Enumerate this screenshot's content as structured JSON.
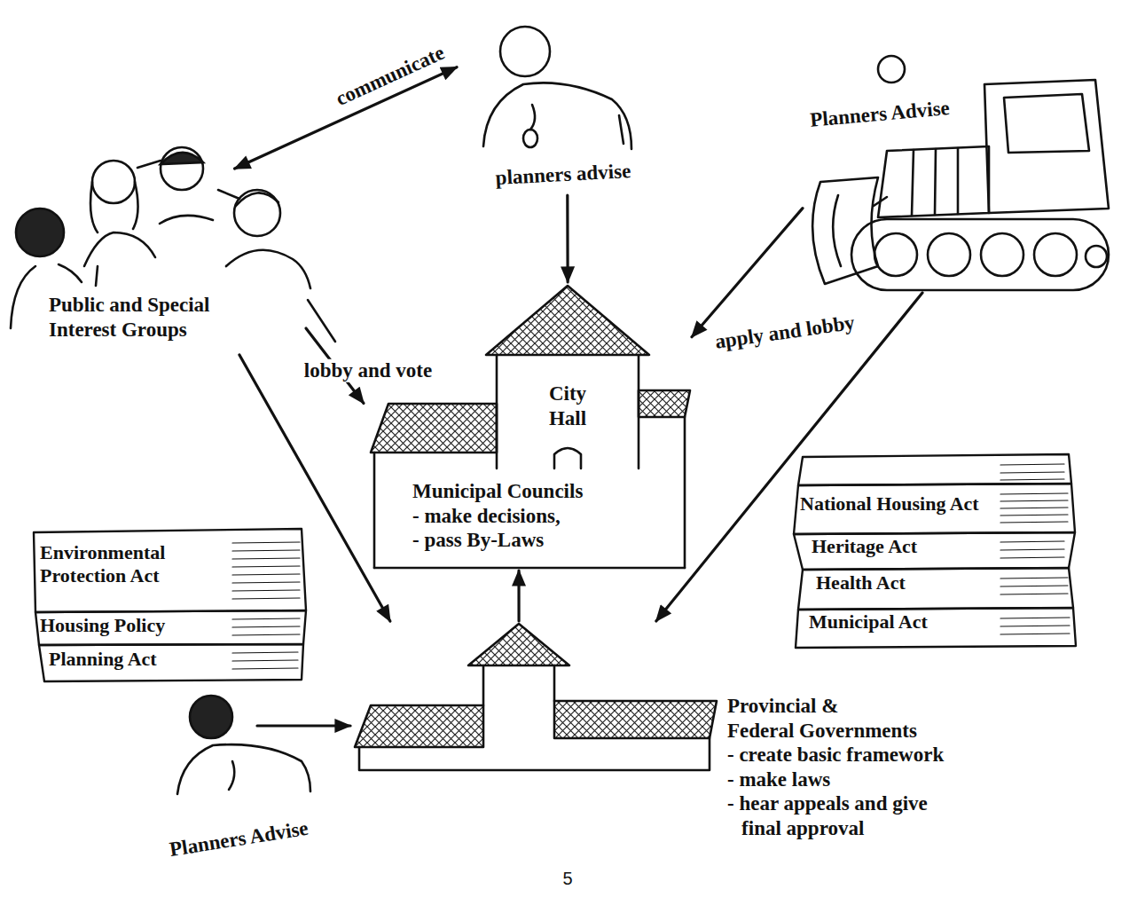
{
  "diagram": {
    "nodes": [
      {
        "text": [
          "planners advise"
        ]
      },
      {
        "text": [
          "Planners Advise"
        ]
      },
      {
        "text": [
          "Public and Special Interest Groups"
        ]
      },
      {
        "text": [
          "City Hall",
          "Municipal Councils - make decisions, - pass By-Laws"
        ]
      },
      {
        "text": [
          "Environmental Protection Act",
          "Housing Policy",
          "Planning Act"
        ]
      },
      {
        "text": [
          "National Housing Act",
          "Heritage Act",
          "Health Act",
          "Municipal Act"
        ]
      },
      {
        "text": [
          "Planners Advise"
        ]
      },
      {
        "text": [
          "Provincial & Federal Governments - create basic framework - make laws - hear appeals and give final approval"
        ]
      }
    ],
    "edges": [
      {
        "from": 0,
        "to": 2,
        "label": "communicate",
        "arrow": "both"
      },
      {
        "from": 0,
        "to": 3,
        "arrow": "to"
      },
      {
        "from": 1,
        "to": 3,
        "label": "apply and lobby",
        "arrow": "to"
      },
      {
        "from": 2,
        "to": 3,
        "label": "lobby and vote",
        "arrow": "to"
      },
      {
        "from": 2,
        "to": 7,
        "arrow": "to"
      },
      {
        "from": 1,
        "to": 7,
        "arrow": "to"
      },
      {
        "from": 7,
        "to": 3,
        "arrow": "to"
      },
      {
        "from": 6,
        "to": 7,
        "arrow": "to"
      }
    ],
    "labels": [
      "5"
    ]
  }
}
